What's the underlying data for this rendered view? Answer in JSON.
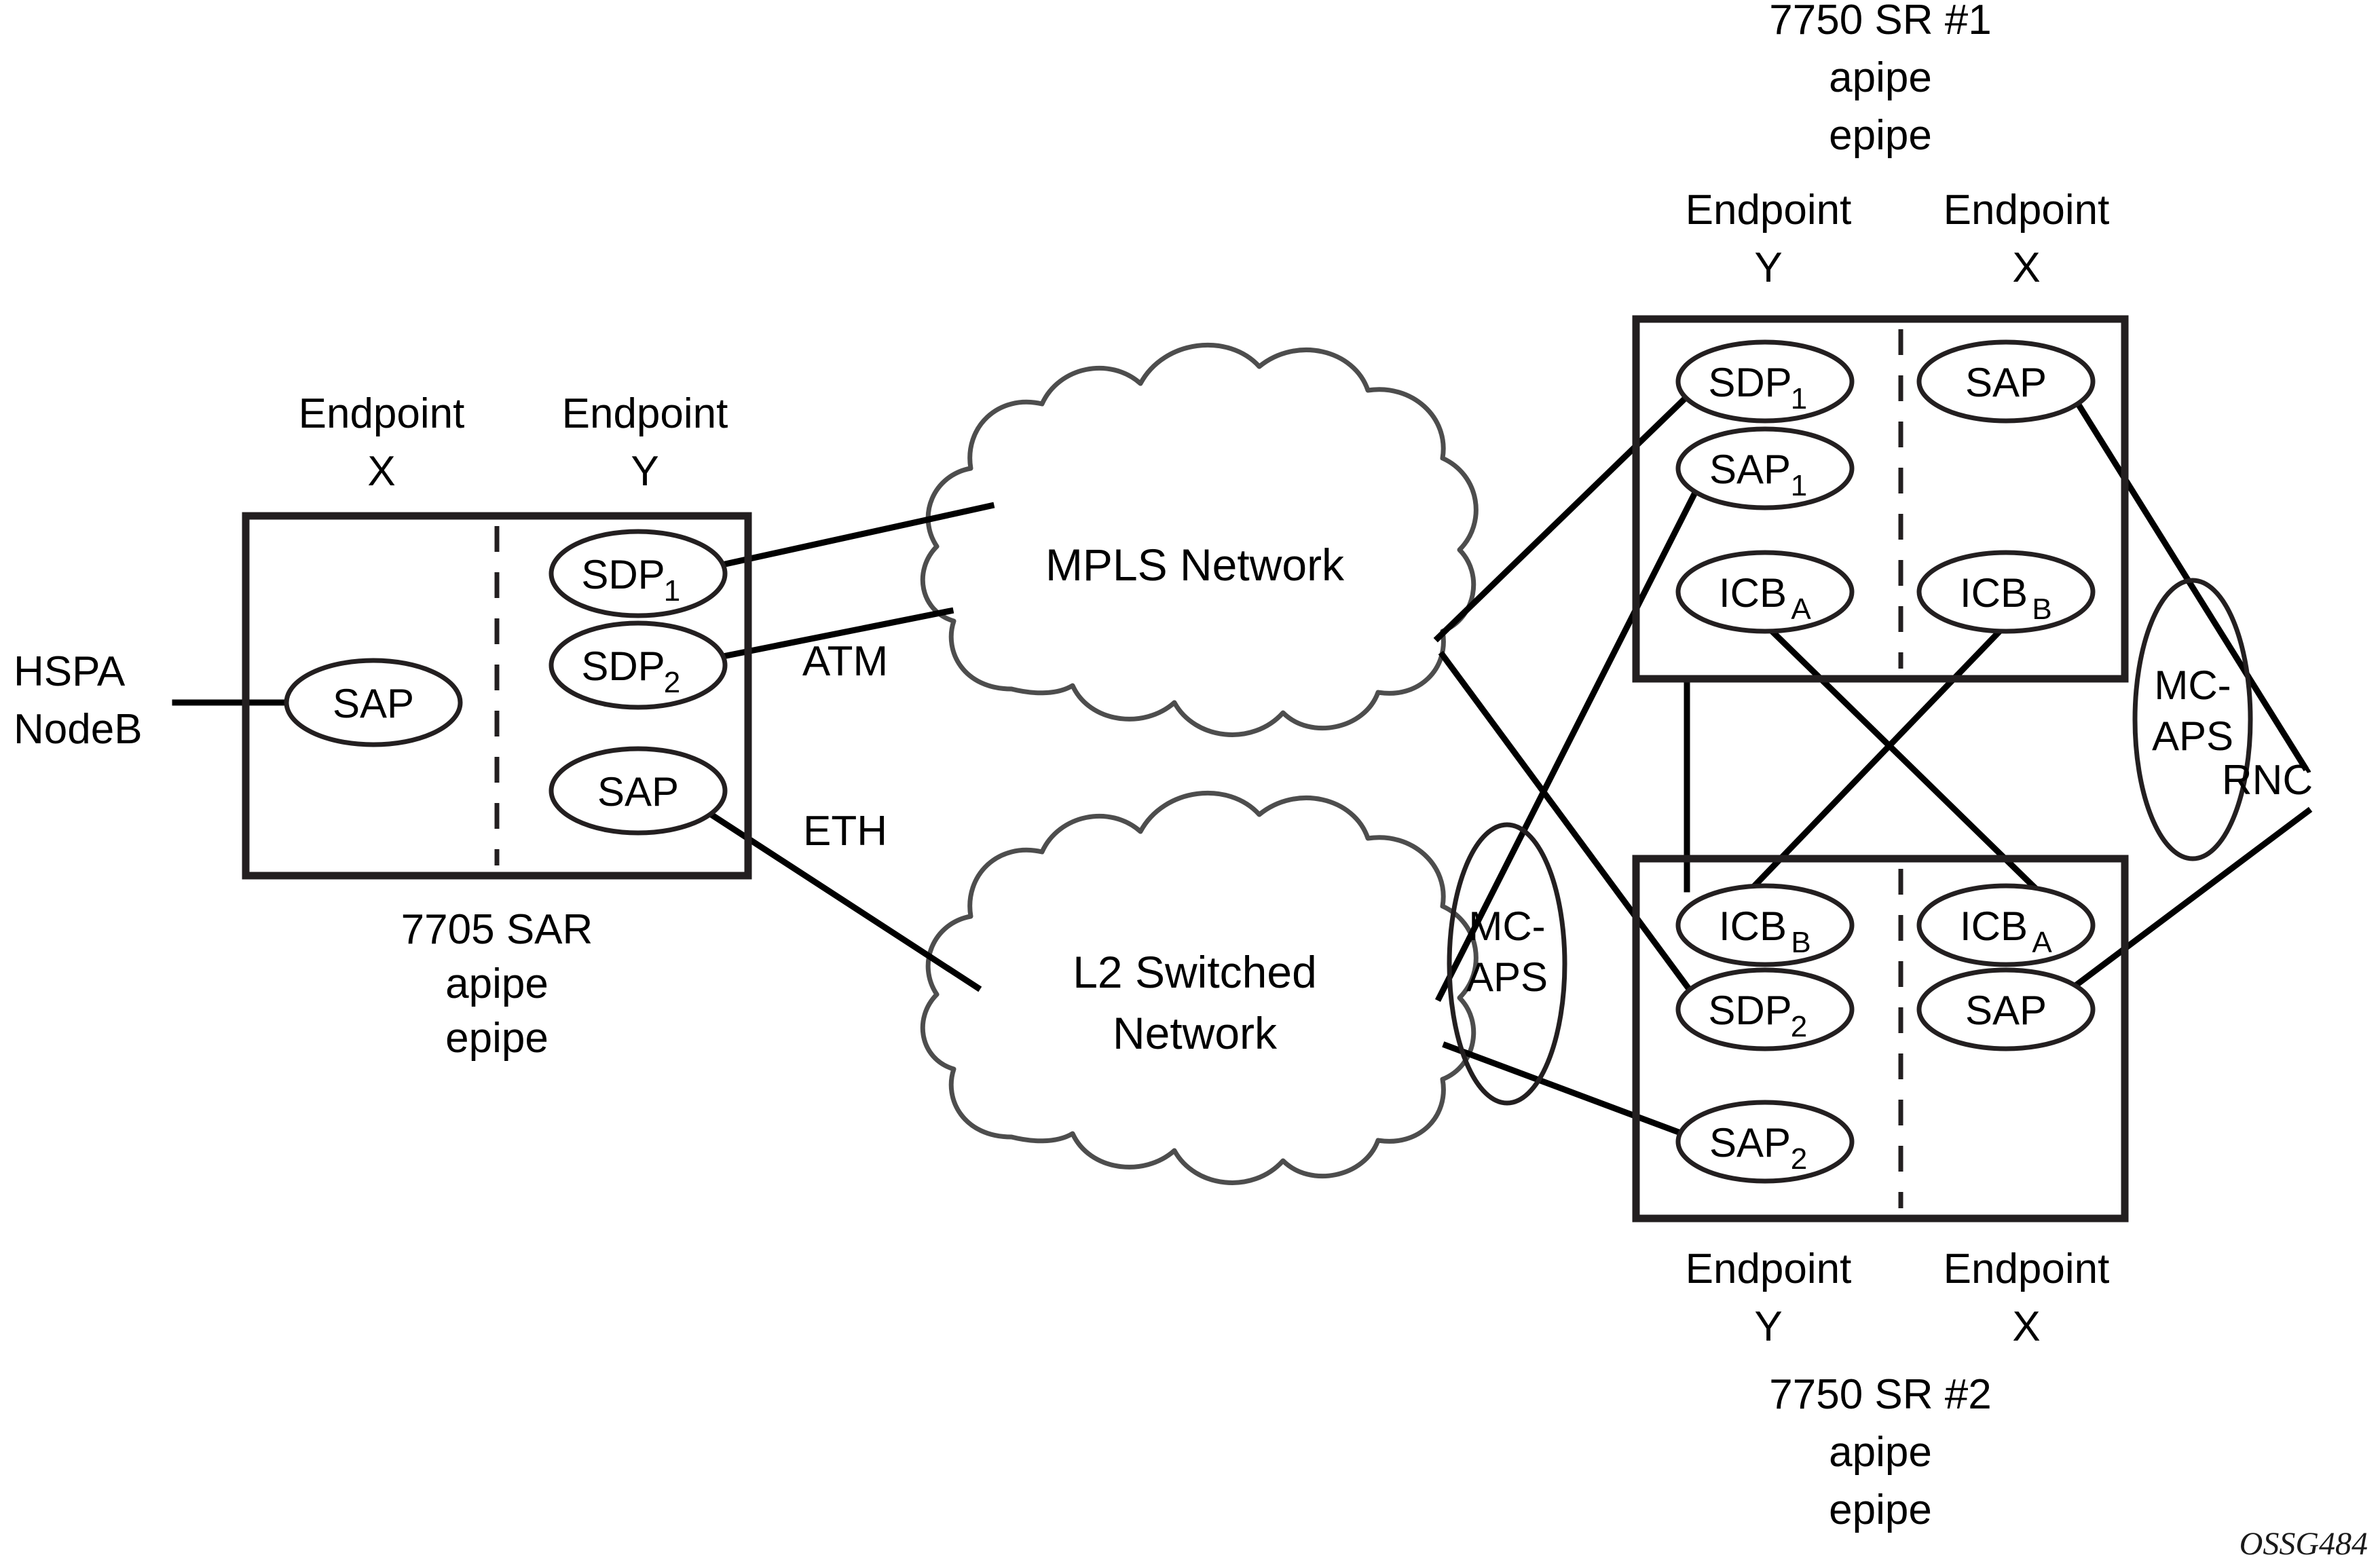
{
  "figure": {
    "watermark": "OSSG484"
  },
  "external": {
    "hspa_nodeb_line1": "HSPA",
    "hspa_nodeb_line2": "NodeB",
    "rnc": "RNC"
  },
  "sar_node": {
    "caption_line1": "7705 SAR",
    "caption_line2": "apipe",
    "caption_line3": "epipe",
    "endpoint_x_line1": "Endpoint",
    "endpoint_x_line2": "X",
    "endpoint_y_line1": "Endpoint",
    "endpoint_y_line2": "Y",
    "endpoint_x_objects": [
      {
        "label": "SAP",
        "sub": ""
      }
    ],
    "endpoint_y_objects": [
      {
        "label": "SDP",
        "sub": "1"
      },
      {
        "label": "SDP",
        "sub": "2"
      },
      {
        "label": "SAP",
        "sub": ""
      }
    ]
  },
  "sr1_node": {
    "caption_line1": "7750 SR #1",
    "caption_line2": "apipe",
    "caption_line3": "epipe",
    "endpoint_y_line1": "Endpoint",
    "endpoint_y_line2": "Y",
    "endpoint_x_line1": "Endpoint",
    "endpoint_x_line2": "X",
    "endpoint_y_objects": [
      {
        "label": "SDP",
        "sub": "1"
      },
      {
        "label": "SAP",
        "sub": "1"
      },
      {
        "label": "ICB",
        "sub": "A"
      }
    ],
    "endpoint_x_objects": [
      {
        "label": "SAP",
        "sub": ""
      },
      {
        "label": "ICB",
        "sub": "B"
      }
    ]
  },
  "sr2_node": {
    "caption_line1": "7750 SR #2",
    "caption_line2": "apipe",
    "caption_line3": "epipe",
    "endpoint_y_line1": "Endpoint",
    "endpoint_y_line2": "Y",
    "endpoint_x_line1": "Endpoint",
    "endpoint_x_line2": "X",
    "endpoint_y_objects": [
      {
        "label": "ICB",
        "sub": "B"
      },
      {
        "label": "SDP",
        "sub": "2"
      },
      {
        "label": "SAP",
        "sub": "2"
      }
    ],
    "endpoint_x_objects": [
      {
        "label": "ICB",
        "sub": "A"
      },
      {
        "label": "SAP",
        "sub": ""
      }
    ]
  },
  "clouds": {
    "mpls_line1": "MPLS Network",
    "l2_line1": "L2 Switched",
    "l2_line2": "Network"
  },
  "link_labels": {
    "atm": "ATM",
    "eth": "ETH"
  },
  "mcaps": {
    "left_line1": "MC-",
    "left_line2": "APS",
    "right_line1": "MC-",
    "right_line2": "APS"
  },
  "colors": {
    "stroke": "#231f20",
    "cloud_stroke": "#4d4d4d",
    "background": "#ffffff",
    "text": "#000000"
  }
}
